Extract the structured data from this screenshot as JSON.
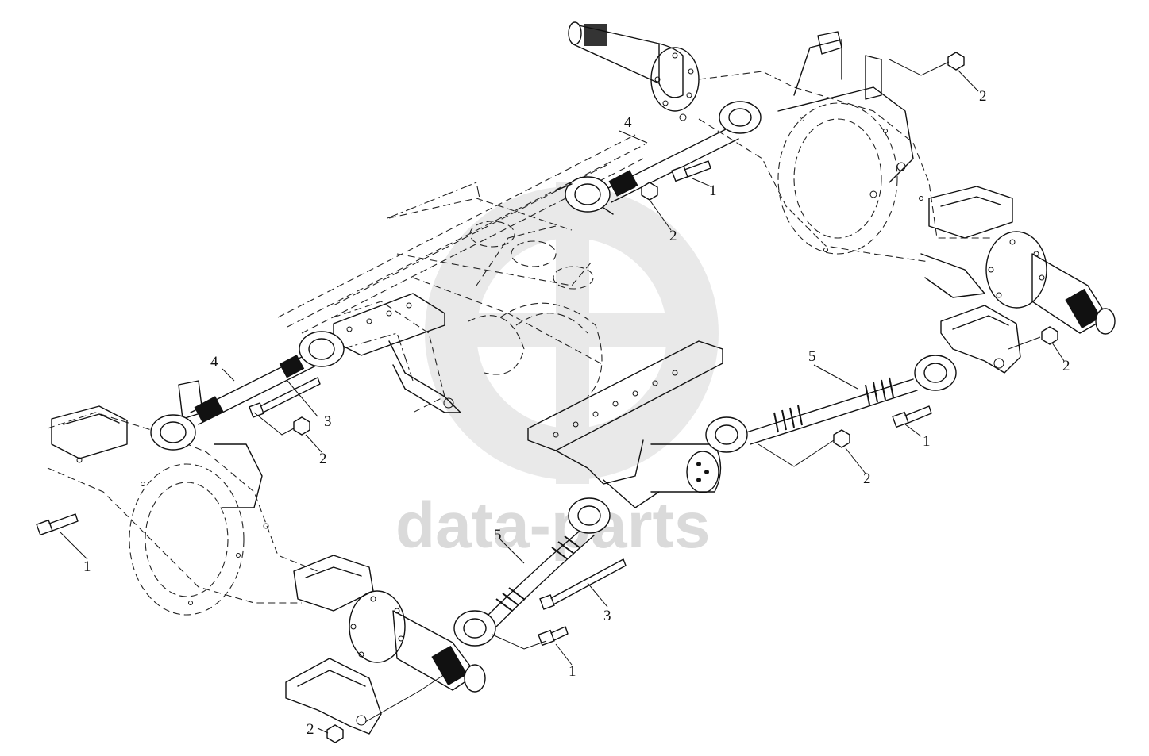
{
  "watermark": {
    "text": "data-parts"
  },
  "callouts": {
    "c1": "1",
    "c2": "1",
    "c3": "1",
    "c4": "1",
    "c5": "2",
    "c6": "2",
    "c7": "2",
    "c8": "2",
    "c9": "2",
    "c10": "2",
    "c11": "3",
    "c12": "3",
    "c13": "4",
    "c14": "4",
    "c15": "5",
    "c16": "5"
  }
}
